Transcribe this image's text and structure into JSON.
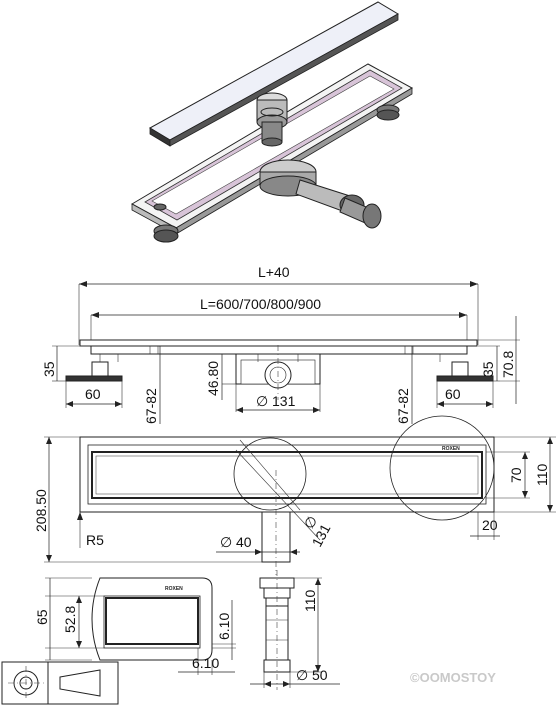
{
  "dimensions": {
    "overall_length": "L+40",
    "grate_length": "L=600/700/800/900",
    "side_height": "35",
    "foot_width_left": "60",
    "foot_width_right": "60",
    "body_height": "46.80",
    "adjust_left": "67-82",
    "adjust_right": "67-82",
    "outlet_diameter": "131",
    "right_side_height": "35",
    "total_height": "70.8",
    "width_total": "110",
    "width_inner": "70",
    "plan_width": "208.50",
    "radius": "R5",
    "corner": "20",
    "pipe_diameter": "40",
    "bowl_diameter": "131",
    "detail_height": "65",
    "detail_inner": "52.8",
    "detail_side": "6.10",
    "detail_bottom": "6.10",
    "pipe_height": "110",
    "pipe_outlet": "50"
  },
  "symbols": {
    "diameter": "∅"
  },
  "brand": {
    "label": "ROXEN",
    "watermark": "©OOMOSTOY"
  },
  "colors": {
    "line": "#222222",
    "grate_fill": "#eef0f8",
    "channel_fill": "#d8c4d8",
    "watermark": "#c9c9c9"
  }
}
